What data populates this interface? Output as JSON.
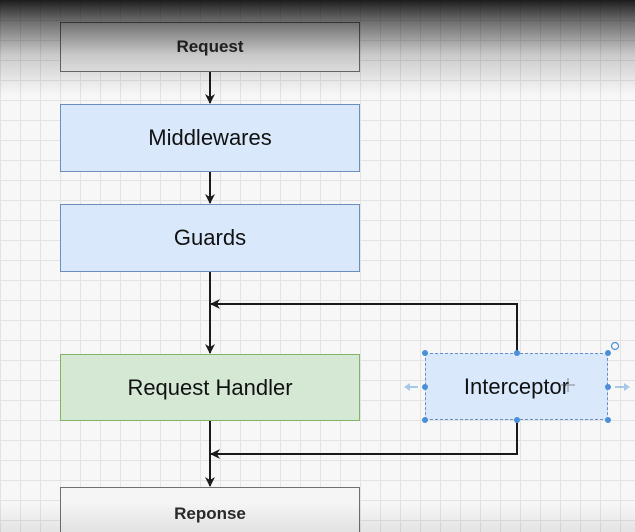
{
  "diagram": {
    "nodes": {
      "request": "Request",
      "middlewares": "Middlewares",
      "guards": "Guards",
      "request_handler": "Request Handler",
      "interceptor": "Interceptor",
      "response": "Reponse"
    },
    "selected_node": "Interceptor"
  },
  "colors": {
    "gray_fill": "#f5f5f5",
    "gray_stroke": "#6f6f6f",
    "blue_fill": "#dae8fc",
    "blue_stroke": "#6c8ebf",
    "green_fill": "#d5e8d4",
    "green_stroke": "#82b366",
    "selection": "#4a90d9",
    "edge": "#1a1a1a"
  }
}
